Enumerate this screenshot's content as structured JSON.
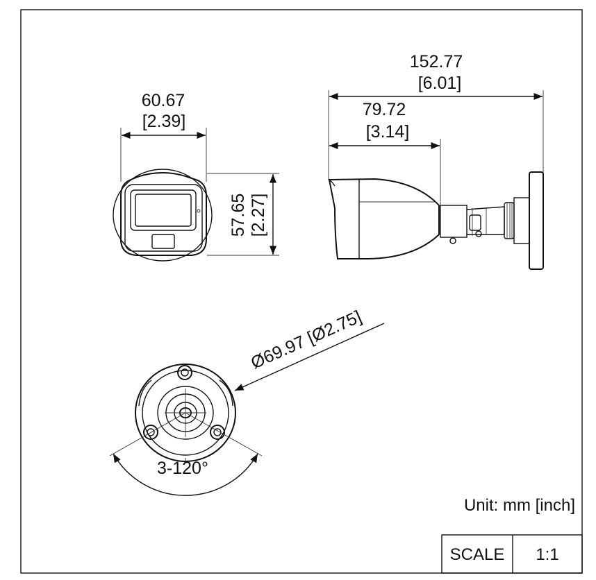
{
  "front_view": {
    "width_mm": "60.67",
    "width_in": "[2.39]",
    "height_mm": "57.65",
    "height_in": "[2.27]"
  },
  "side_view": {
    "total_length_mm": "152.77",
    "total_length_in": "[6.01]",
    "body_length_mm": "79.72",
    "body_length_in": "[3.14]"
  },
  "base_view": {
    "diameter": "Ø69.97 [Ø2.75]",
    "screws": "3-120°"
  },
  "unit_note": "Unit: mm [inch]",
  "scale_box": {
    "label": "SCALE",
    "value": "1:1"
  }
}
